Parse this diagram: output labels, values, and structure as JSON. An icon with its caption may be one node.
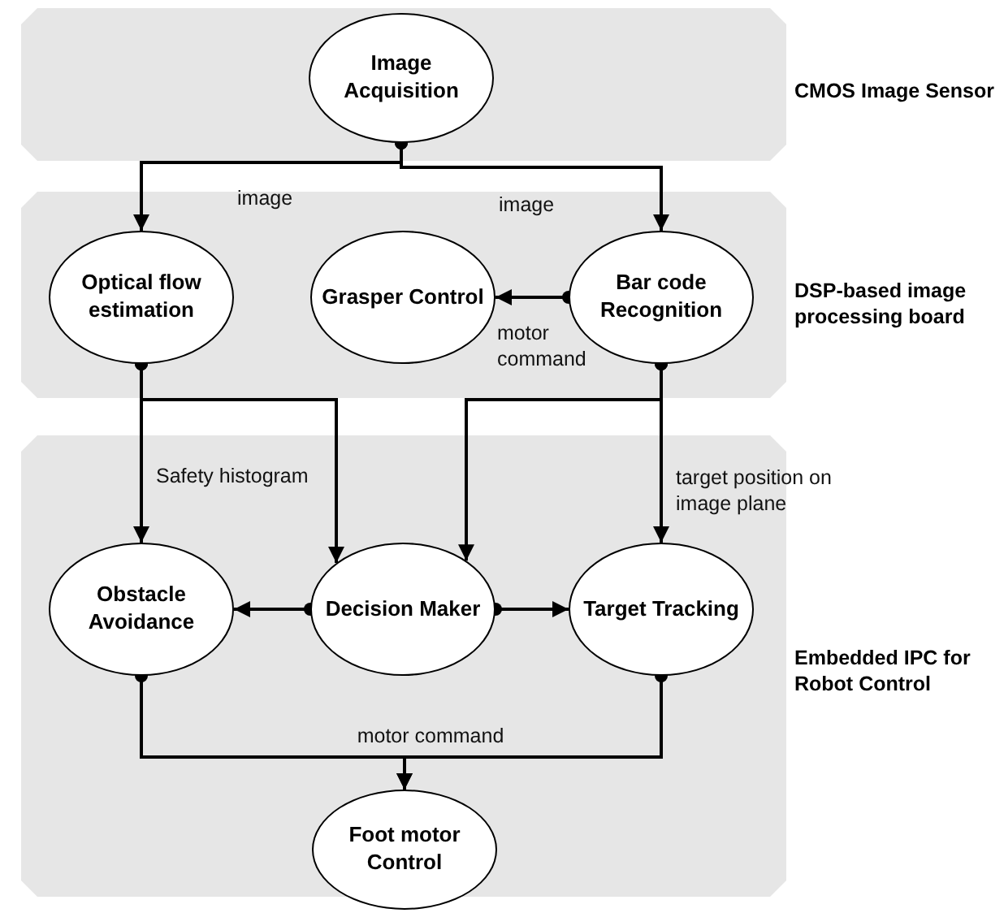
{
  "diagram": {
    "nodes": [
      {
        "text": [
          "CMOS Image Sensor"
        ]
      },
      {
        "text": [
          "Image Acquisition"
        ],
        "in": 0
      },
      {
        "text": [
          "DSP-based image processing board"
        ]
      },
      {
        "text": [
          "Optical flow estimation"
        ],
        "in": 2
      },
      {
        "text": [
          "Grasper Control"
        ],
        "in": 2
      },
      {
        "text": [
          "Bar code Recognition"
        ],
        "in": 2
      },
      {
        "text": [
          "Embedded IPC for Robot Control"
        ]
      },
      {
        "text": [
          "Obstacle Avoidance"
        ],
        "in": 6
      },
      {
        "text": [
          "Decision Maker"
        ],
        "in": 6
      },
      {
        "text": [
          "Target Tracking"
        ],
        "in": 6
      },
      {
        "text": [
          "Foot motor Control"
        ]
      }
    ],
    "edges": [
      {
        "from": 1,
        "to": 3,
        "arrow": "to",
        "label": "image"
      },
      {
        "from": 1,
        "to": 5,
        "arrow": "to",
        "label": "image"
      },
      {
        "from": 5,
        "to": 4,
        "arrow": "to",
        "label": "motor command"
      },
      {
        "from": 3,
        "to": 7,
        "arrow": "to",
        "label": "Safety histogram"
      },
      {
        "from": 3,
        "to": 8,
        "arrow": "to"
      },
      {
        "from": 5,
        "to": 8,
        "arrow": "to"
      },
      {
        "from": 5,
        "to": 9,
        "arrow": "to",
        "label": "target position on image plane"
      },
      {
        "from": 8,
        "to": 7,
        "arrow": "to"
      },
      {
        "from": 8,
        "to": 9,
        "arrow": "to"
      },
      {
        "from": 7,
        "to": 10,
        "arrow": "to",
        "label": "motor command"
      },
      {
        "from": 9,
        "to": 10,
        "arrow": "to"
      }
    ]
  }
}
